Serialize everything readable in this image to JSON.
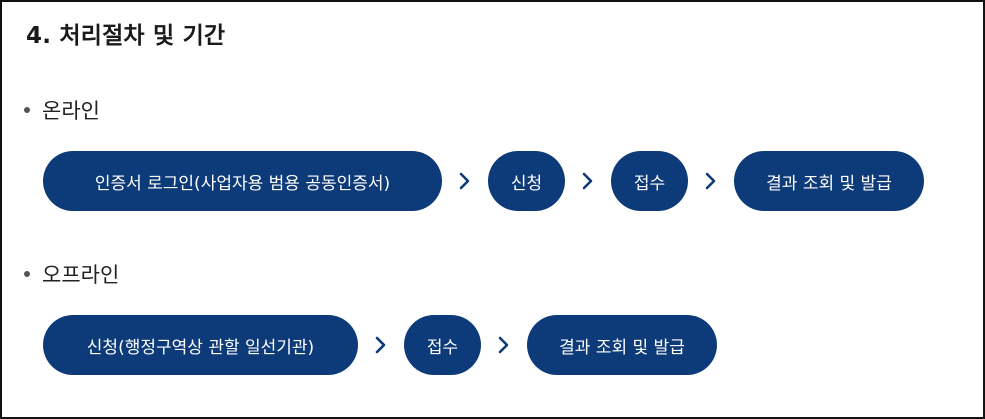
{
  "section": {
    "title": "4. 처리절차 및 기간"
  },
  "online": {
    "label": "온라인",
    "steps": [
      "인증서 로그인(사업자용 범용 공동인증서)",
      "신청",
      "접수",
      "결과 조회 및 발급"
    ]
  },
  "offline": {
    "label": "오프라인",
    "steps": [
      "신청(행정구역상 관할 일선기관)",
      "접수",
      "결과 조회 및 발급"
    ]
  },
  "colors": {
    "pill_background": "#0d3a78",
    "pill_text": "#ffffff",
    "arrow": "#0d3a78",
    "frame_border": "#111111"
  },
  "icons": {
    "step_arrow": "chevron-right-icon",
    "bullet": "bullet-dot-icon"
  }
}
